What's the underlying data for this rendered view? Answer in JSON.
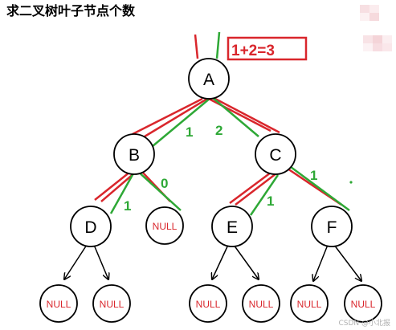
{
  "title": "求二叉树叶子节点个数",
  "result": "1+2=3",
  "watermark": "CSDN @小北报",
  "colors": {
    "red": "#d9262c",
    "green": "#2ea836",
    "black": "#000000"
  },
  "nodes": {
    "A": "A",
    "B": "B",
    "C": "C",
    "D": "D",
    "E": "E",
    "F": "F",
    "null": "NULL"
  },
  "counts": {
    "A_left": "1",
    "A_right": "2",
    "B_right": "0",
    "D_return": "1",
    "E_return": "1",
    "C_right": "1"
  }
}
